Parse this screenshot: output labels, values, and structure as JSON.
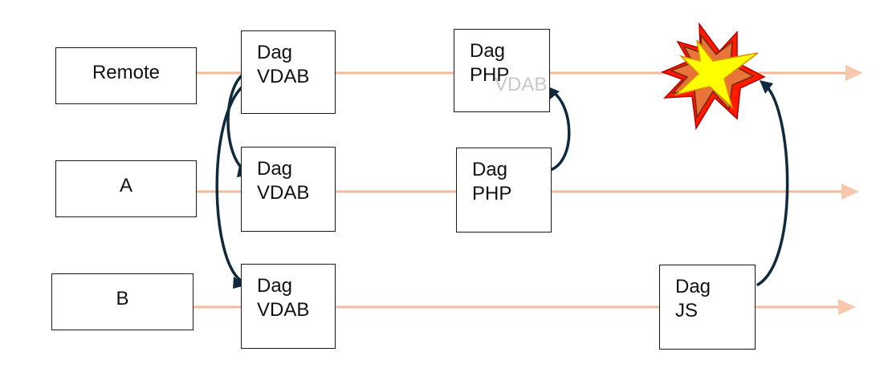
{
  "branches": [
    {
      "id": "remote",
      "label": "Remote"
    },
    {
      "id": "a",
      "label": "A"
    },
    {
      "id": "b",
      "label": "B"
    }
  ],
  "commits": [
    {
      "id": "remote-vdab",
      "line1": "Dag",
      "line2": "VDAB"
    },
    {
      "id": "remote-php",
      "line1": "Dag",
      "line2": "PHP"
    },
    {
      "id": "a-vdab",
      "line1": "Dag",
      "line2": "VDAB"
    },
    {
      "id": "a-php",
      "line1": "Dag",
      "line2": "PHP"
    },
    {
      "id": "b-vdab",
      "line1": "Dag",
      "line2": "VDAB"
    },
    {
      "id": "b-js",
      "line1": "Dag",
      "line2": "JS"
    }
  ],
  "ghost_text": "VDAB",
  "colors": {
    "branch_line": "#f8c4a8",
    "arrow_stroke": "#0f2a3d",
    "conflict_outer": "#ff1a00",
    "conflict_mid": "#e8743a",
    "conflict_inner": "#ffff00"
  }
}
